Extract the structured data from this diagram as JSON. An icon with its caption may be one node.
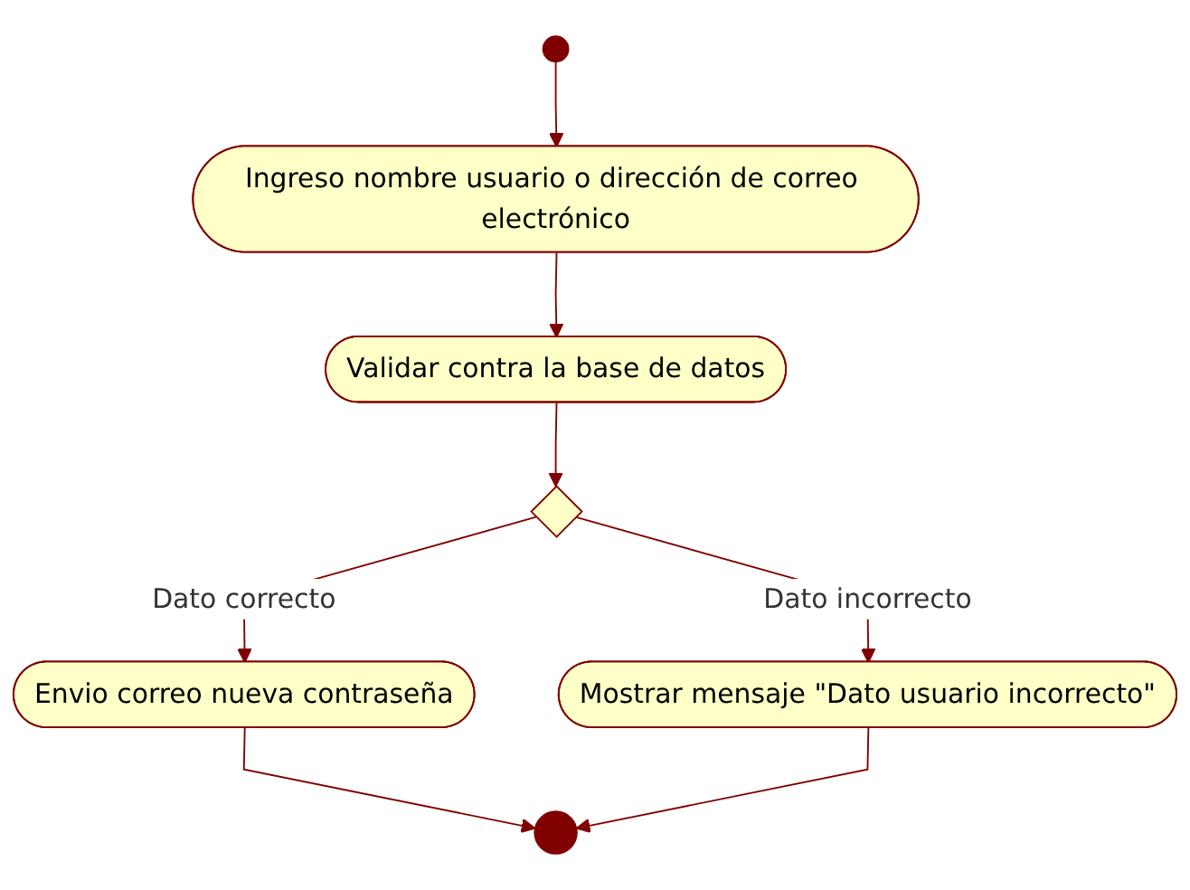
{
  "diagram": {
    "nodes": [
      {
        "text": [],
        "shape": "circle"
      },
      {
        "text": [
          "Ingreso nombre usuario o dirección de correo electrónico"
        ]
      },
      {
        "text": [
          "Validar contra la base de datos"
        ]
      },
      {
        "text": [],
        "shape": "diamond"
      },
      {
        "text": [
          "Mostrar mensaje \"Dato usuario incorrecto\""
        ]
      },
      {
        "text": [
          "Envio correo nueva contraseña"
        ]
      },
      {
        "text": [],
        "shape": "circle"
      }
    ],
    "edges": [
      {
        "from": 0,
        "to": 1,
        "arrow": "to"
      },
      {
        "from": 1,
        "to": 2,
        "arrow": "to"
      },
      {
        "from": 2,
        "to": 3,
        "arrow": "to"
      },
      {
        "from": 3,
        "to": 4,
        "arrow": "to",
        "label": "Dato incorrecto"
      },
      {
        "from": 3,
        "to": 5,
        "arrow": "to",
        "label": "Dato correcto"
      },
      {
        "from": 5,
        "to": 6,
        "arrow": "to"
      },
      {
        "from": 4,
        "to": 6,
        "arrow": "to"
      }
    ]
  }
}
